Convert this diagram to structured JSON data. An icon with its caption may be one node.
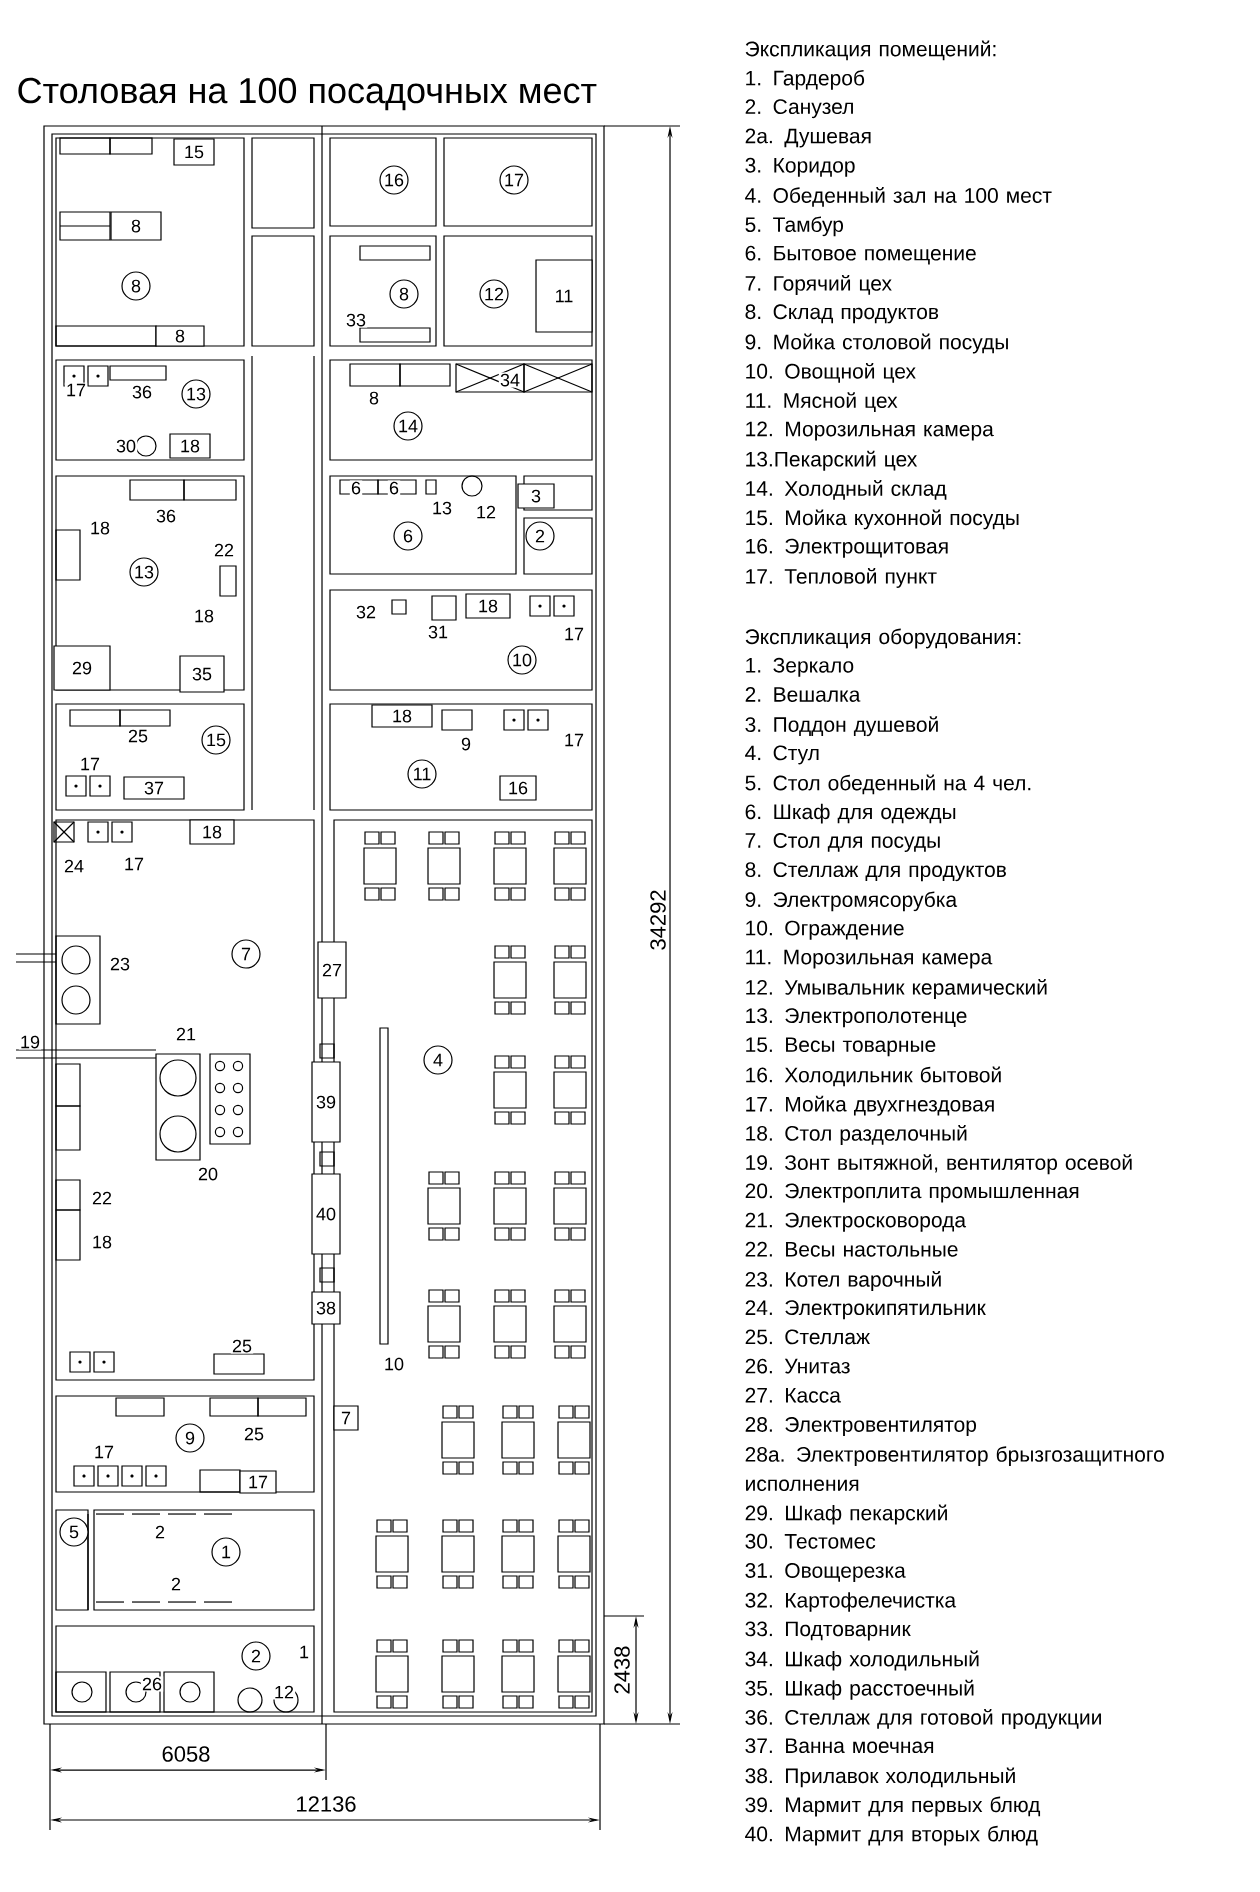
{
  "diagram": {
    "title": "Столовая на 100 посадочных мест",
    "nodes": [
      {
        "text": [
          "15"
        ]
      },
      {
        "text": [
          "8"
        ]
      },
      {
        "text": [
          "8"
        ]
      },
      {
        "text": [
          "8"
        ]
      },
      {
        "text": [
          "16"
        ]
      },
      {
        "text": [
          "17"
        ]
      },
      {
        "text": [
          "8"
        ]
      },
      {
        "text": [
          "12"
        ]
      },
      {
        "text": [
          "11"
        ]
      },
      {
        "text": [
          "13"
        ]
      },
      {
        "text": [
          "18"
        ]
      },
      {
        "text": [
          "14"
        ]
      },
      {
        "text": [
          "13"
        ]
      },
      {
        "text": [
          "29"
        ]
      },
      {
        "text": [
          "35"
        ]
      },
      {
        "text": [
          "6"
        ]
      },
      {
        "text": [
          "3"
        ]
      },
      {
        "text": [
          "2"
        ]
      },
      {
        "text": [
          "18"
        ]
      },
      {
        "text": [
          "10"
        ]
      },
      {
        "text": [
          "15"
        ]
      },
      {
        "text": [
          "37"
        ]
      },
      {
        "text": [
          "18"
        ]
      },
      {
        "text": [
          "11"
        ]
      },
      {
        "text": [
          "16"
        ]
      },
      {
        "text": [
          "18"
        ]
      },
      {
        "text": [
          "7"
        ]
      },
      {
        "text": [
          "27"
        ]
      },
      {
        "text": [
          "4"
        ]
      },
      {
        "text": [
          "39"
        ]
      },
      {
        "text": [
          "40"
        ]
      },
      {
        "text": [
          "38"
        ]
      },
      {
        "text": [
          "7"
        ]
      },
      {
        "text": [
          "9"
        ]
      },
      {
        "text": [
          "17"
        ]
      },
      {
        "text": [
          "5"
        ]
      },
      {
        "text": [
          "1"
        ]
      },
      {
        "text": [
          "2"
        ]
      }
    ],
    "labels": [
      "33",
      "17",
      "36",
      "30",
      "8",
      "34",
      "36",
      "18",
      "22",
      "18",
      "6",
      "6",
      "13",
      "12",
      "32",
      "31",
      "17",
      "25",
      "17",
      "9",
      "17",
      "24",
      "17",
      "23",
      "19",
      "21",
      "20",
      "22",
      "18",
      "25",
      "10",
      "25",
      "17",
      "2",
      "2",
      "1",
      "26",
      "12",
      "34292",
      "2438",
      "6058",
      "12136",
      "Экспликация помещений:",
      "1. Гардероб",
      "2. Санузел",
      "2а. Душевая",
      "3. Коридор",
      "4. Обеденный зал на 100 мест",
      "5. Тамбур",
      "6. Бытовое помещение",
      "7. Горячий цех",
      "8. Склад продуктов",
      "9. Мойка столовой посуды",
      "10. Овощной цех",
      "11. Мясной цех",
      "12. Морозильная камера",
      "13.Пекарский цех",
      "14. Холодный склад",
      "15. Мойка кухонной посуды",
      "16. Электрощитовая",
      "17. Тепловой пункт",
      "Экспликация оборудования:",
      "1. Зеркало",
      "2. Вешалка",
      "3. Поддон душевой",
      "4. Стул",
      "5. Стол обеденный на 4 чел.",
      "6. Шкаф для одежды",
      "7. Стол для посуды",
      "8. Стеллаж для продуктов",
      "9. Электромясорубка",
      "10. Ограждение",
      "11. Морозильная камера",
      "12. Умывальник керамический",
      "13. Электрополотенце",
      "15. Весы товарные",
      "16. Холодильник бытовой",
      "17. Мойка двухгнездовая",
      "18. Стол разделочный",
      "19. Зонт вытяжной, вентилятор осевой",
      "20. Электроплита промышленная",
      "21. Электросковорода",
      "22. Весы настольные",
      "23. Котел варочный",
      "24. Электрокипятильник",
      "25. Стеллаж",
      "26. Унитаз",
      "27. Касса",
      "28. Электровентилятор",
      "28а. Электровентилятор брызгозащитного исполнения",
      "29. Шкаф пекарский",
      "30. Тестомес",
      "31. Овощерезка",
      "32. Картофелечистка",
      "33. Подтоварник",
      "34. Шкаф холодильный",
      "35. Шкаф расстоечный",
      "36. Стеллаж для готовой продукции",
      "37. Ванна моечная",
      "38. Прилавок холодильный",
      "39. Мармит для первых блюд",
      "40. Мармит для вторых блюд"
    ]
  }
}
